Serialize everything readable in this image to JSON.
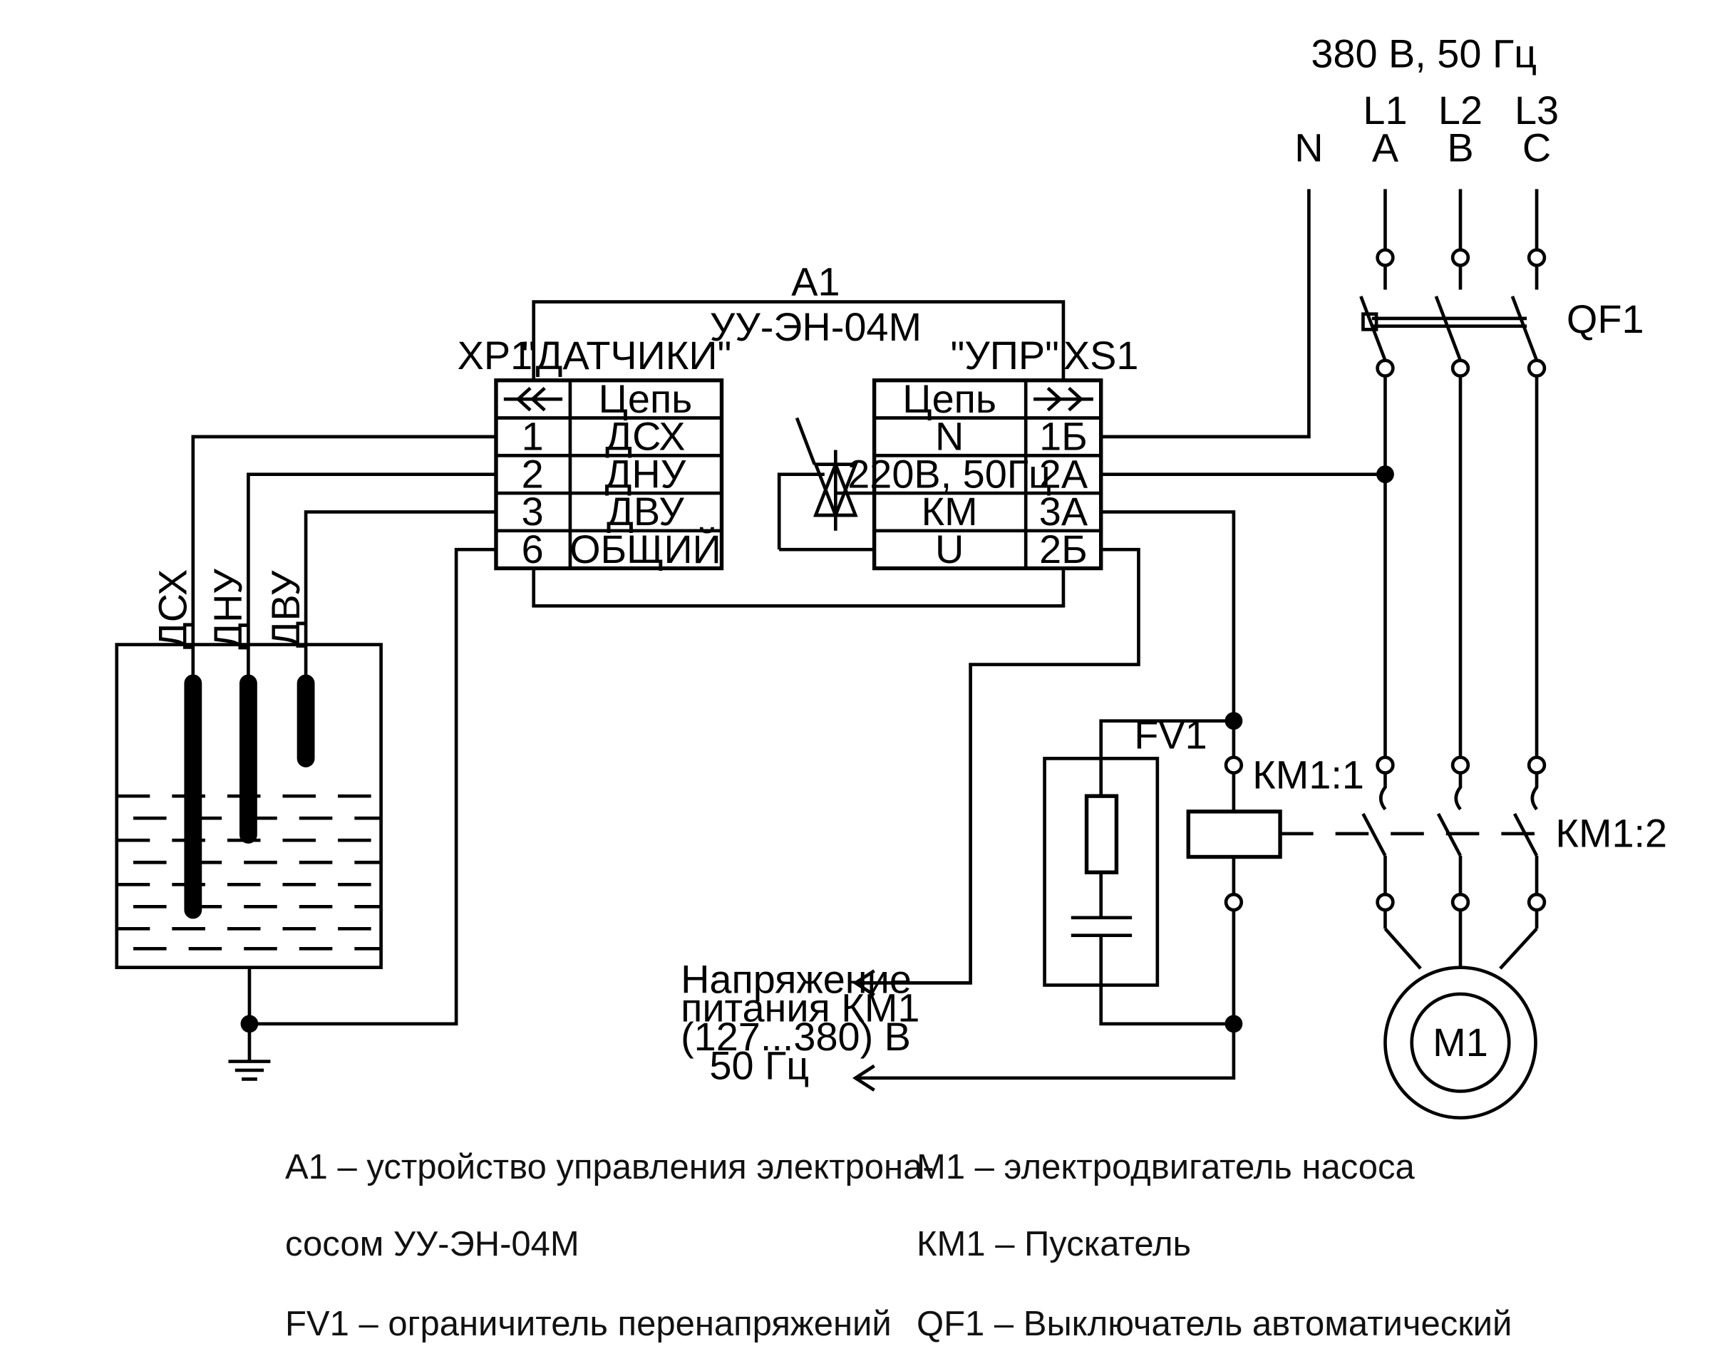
{
  "supply": {
    "voltage": "380 В, 50 Гц",
    "n": "N",
    "l1": "L1",
    "l2": "L2",
    "l3": "L3",
    "a": "A",
    "b": "B",
    "c": "C"
  },
  "unit": {
    "label": "А1",
    "model": "УУ-ЭН-04М",
    "left_connector": "ХР1",
    "left_title": "\"ДАТЧИКИ\"",
    "right_title": "\"УПР\"",
    "right_connector": "XS1",
    "left_table": {
      "header": "Цепь",
      "rows": [
        {
          "pin": "1",
          "name": "ДСХ"
        },
        {
          "pin": "2",
          "name": "ДНУ"
        },
        {
          "pin": "3",
          "name": "ДВУ"
        },
        {
          "pin": "6",
          "name": "ОБЩИЙ"
        }
      ]
    },
    "right_table": {
      "header": "Цепь",
      "rows": [
        {
          "name": "N",
          "pin": "1Б"
        },
        {
          "name": "220В, 50Гц",
          "pin": "2А"
        },
        {
          "name": "КМ",
          "pin": "3А"
        },
        {
          "name": "U",
          "pin": "2Б"
        }
      ]
    }
  },
  "probes": [
    "ДСХ",
    "ДНУ",
    "ДВУ"
  ],
  "components": {
    "qf1": "QF1",
    "fv1": "FV1",
    "km1_1": "КМ1:1",
    "km1_2": "КМ1:2",
    "m1": "М1"
  },
  "supply_note": [
    "Напряжение",
    "питания КМ1",
    "(127...380) В",
    "50 Гц"
  ],
  "legend": {
    "a1_line1": "А1 – устройство управления электрона-",
    "a1_line2": "сосом УУ-ЭН-04М",
    "fv1": "FV1 – ограничитель перенапряжений",
    "m1": "М1 – электродвигатель насоса",
    "km1": "КМ1 – Пускатель",
    "qf1": "QF1 – Выключатель автоматический"
  }
}
